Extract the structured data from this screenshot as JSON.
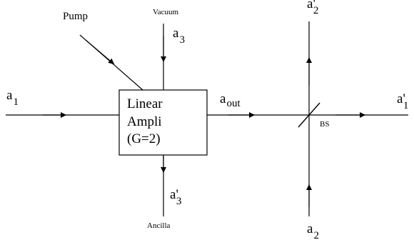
{
  "amplifier": {
    "line1": "Linear",
    "line2": "Ampli",
    "line3": "(G=2)"
  },
  "labels": {
    "pump": "Pump",
    "vacuum": "Vacuum",
    "ancilla": "Ancilla",
    "beam_splitter": "BS",
    "a1": {
      "base": "a",
      "sub": "1"
    },
    "a3": {
      "base": "a",
      "sub": "3"
    },
    "a3_prime": {
      "base": "a",
      "prime": "'",
      "sub": "3"
    },
    "a_out": {
      "base": "a",
      "sub": "out"
    },
    "a1_prime": {
      "base": "a",
      "prime": "'",
      "sub": "1"
    },
    "a2_prime": {
      "base": "a",
      "prime": "'",
      "sub": "2"
    },
    "a2": {
      "base": "a",
      "sub": "2"
    }
  }
}
